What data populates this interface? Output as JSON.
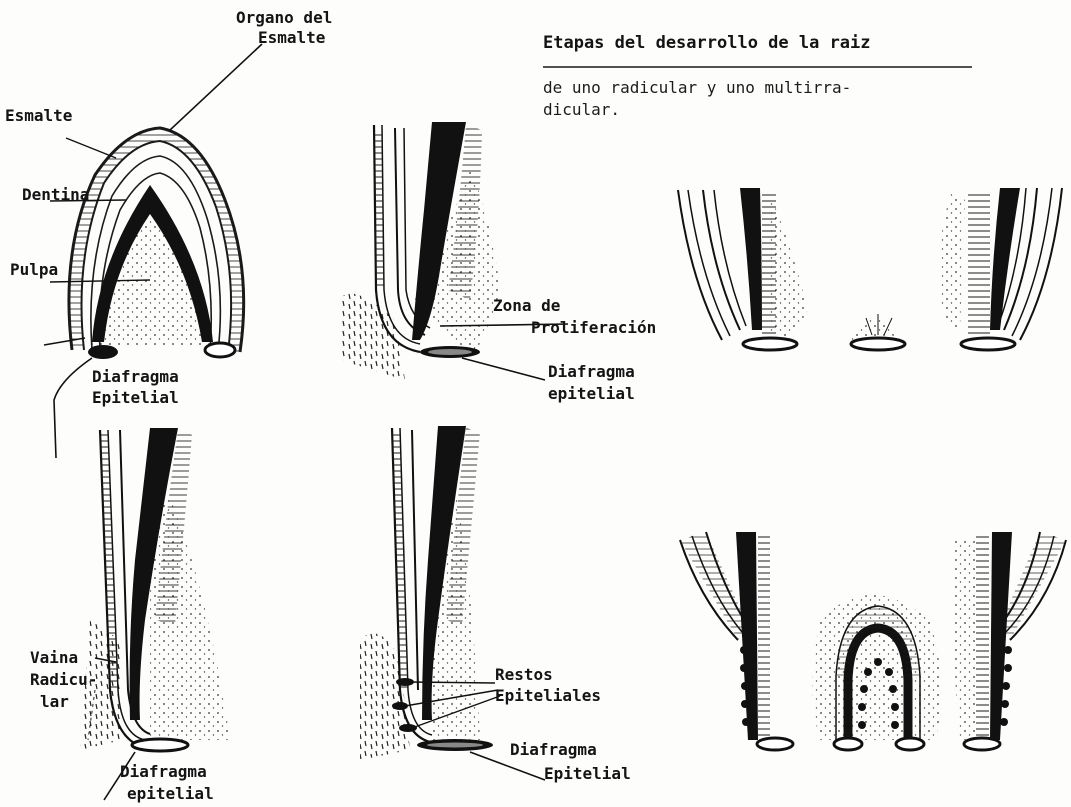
{
  "caption": {
    "title": "Etapas del desarrollo de la raiz",
    "line1": "de uno radicular y uno multirra-",
    "line2": "dicular."
  },
  "labels": {
    "organo_1": "Organo del",
    "organo_2": "Esmalte",
    "esmalte": "Esmalte",
    "dentina": "Dentina",
    "pulpa": "Pulpa",
    "diafragma_1_a": "Diafragma",
    "diafragma_1_b": "Epitelial",
    "zona_a": "Zona de",
    "zona_b": "Proliferación",
    "diafragma_2_a": "Diafragma",
    "diafragma_2_b": "epitelial",
    "vaina_a": "Vaina",
    "vaina_b": "Radicu-",
    "vaina_c": "lar",
    "diafragma_3_a": "Diafragma",
    "diafragma_3_b": "epitelial",
    "restos_a": "Restos",
    "restos_b": "Epiteliales",
    "diafragma_4_a": "Diafragma",
    "diafragma_4_b": "Epitelial"
  },
  "colors": {
    "ink": "#141414",
    "paper": "#fdfdfc"
  }
}
